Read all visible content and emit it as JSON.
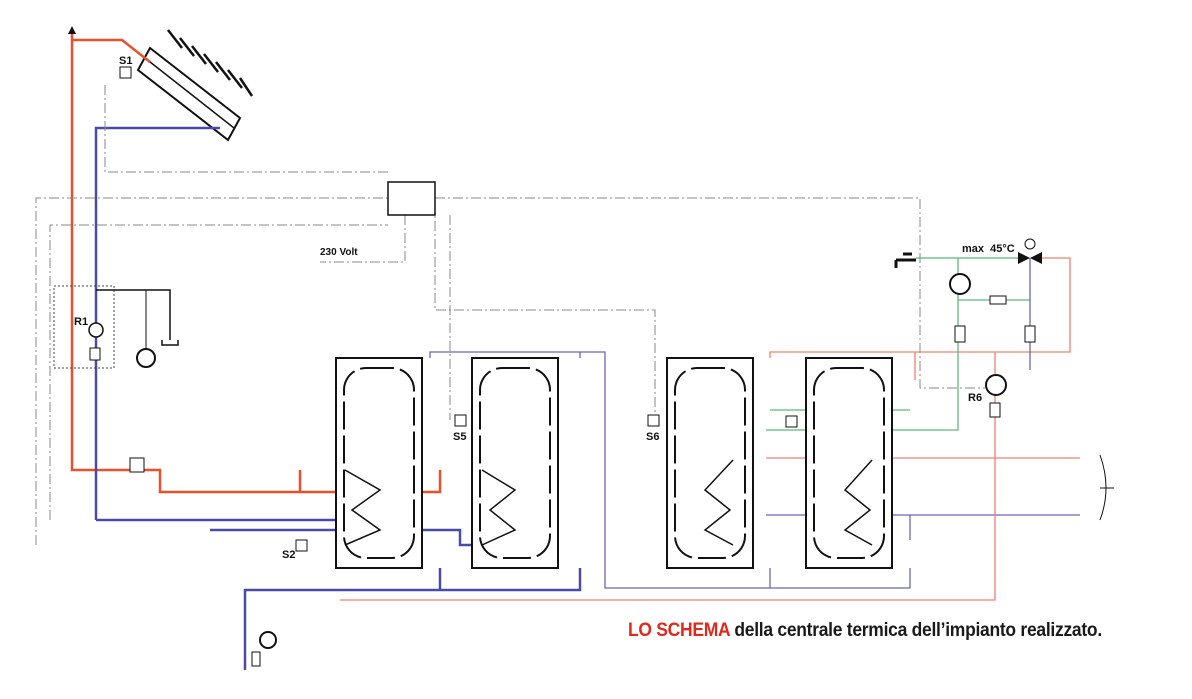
{
  "labels": {
    "s1": "S1",
    "r1": "R1",
    "s2": "S2",
    "s5": "S5",
    "s6": "S6",
    "r6": "R6",
    "voltage": "230 Volt",
    "max_temp": "max  45°C"
  },
  "caption": {
    "highlight": "LO SCHEMA",
    "text": " della centrale termica dell’impianto realizzato."
  },
  "colors": {
    "hot": "#e8502e",
    "cold": "#4c4aa8",
    "dhw": "#5cb87c",
    "control": "#888888",
    "caption_accent": "#e0281c"
  }
}
